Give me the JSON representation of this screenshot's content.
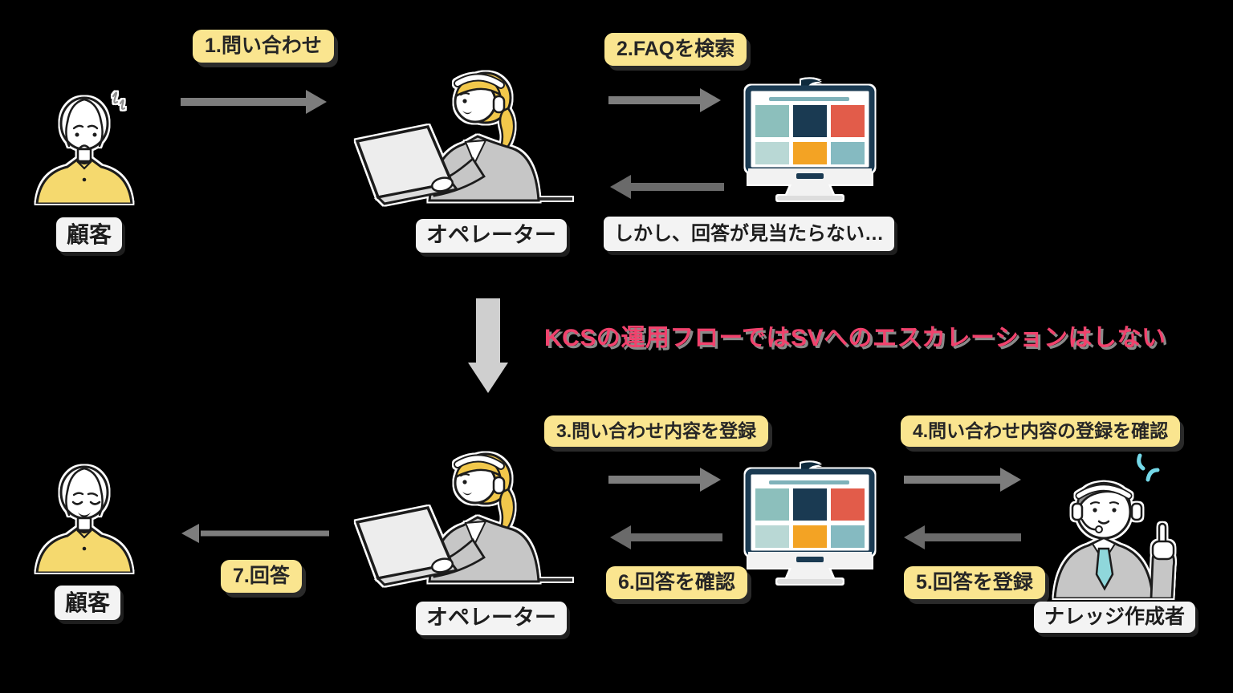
{
  "actors": {
    "customer": "顧客",
    "operator": "オペレーター",
    "knowledge_creator": "ナレッジ作成者"
  },
  "steps": {
    "s1": "1.問い合わせ",
    "s2": "2.FAQを検索",
    "s3": "3.問い合わせ内容を登録",
    "s4": "4.問い合わせ内容の登録を確認",
    "s5": "5.回答を登録",
    "s6": "6.回答を確認",
    "s7": "7.回答"
  },
  "notes": {
    "no_answer": "しかし、回答が見当たらない…",
    "kcs_rule": "KCSの運用フローではSVへのエスカレーションはしない"
  },
  "colors": {
    "background": "#000000",
    "step_label_bg": "#FAE58F",
    "name_label_bg": "#F3F3F3",
    "label_text": "#262626",
    "kcs_note_text": "#F1426D",
    "arrow_gray": "#7D7D7D",
    "down_arrow_gray": "#CFCFCF",
    "shirt_yellow": "#F5D96E",
    "hair_yellow": "#F2C84B",
    "suit_gray": "#C6C6C6",
    "tie_teal": "#8FD7DB",
    "monitor_navy": "#1A3A52",
    "tile_teal": "#8CBFBC",
    "tile_navy": "#1A3A52",
    "tile_red": "#E25C4A",
    "tile_teal_light": "#B9D8D5",
    "tile_orange": "#F3A324",
    "tile_teal_dark": "#85BAC1",
    "screen_topline_teal": "#7FB2BA",
    "sparkle_cyan": "#74D8E8"
  }
}
